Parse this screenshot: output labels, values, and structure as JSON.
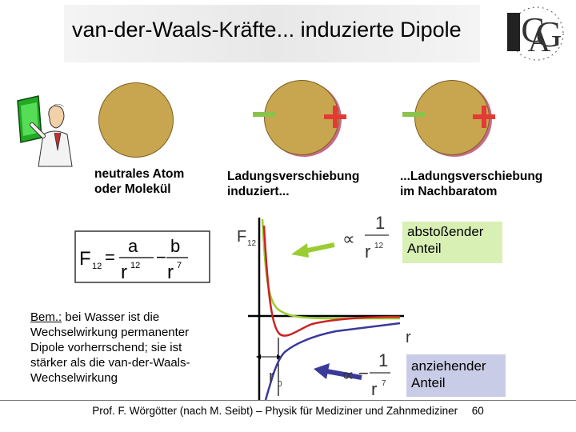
{
  "slide": {
    "title": "van-der-Waals-Kräfte... induzierte Dipole",
    "logo_letters": "CAG"
  },
  "atoms": {
    "caption1_line1": "neutrales Atom",
    "caption1_line2": "oder Molekül",
    "caption2_line1": "Ladungsverschiebung",
    "caption2_line2": "induziert...",
    "caption3_line1": "...Ladungsverschiebung",
    "caption3_line2": "im Nachbaratom"
  },
  "formula": {
    "lhs": "F",
    "lhs_sub": "12",
    "eq": "=",
    "a": "a",
    "b": "b",
    "r": "r",
    "exp12": "12",
    "exp7": "7",
    "minus": "−"
  },
  "graph": {
    "ylabel": "F",
    "ylabel_sub": "12",
    "xlabel": "r",
    "r0": "r",
    "r0_sub": "0",
    "prop_sym": "∝",
    "rep_num": "1",
    "rep_den": "r",
    "rep_exp": "12",
    "att_num": "1",
    "att_den": "r",
    "att_exp": "7",
    "att_minus": "−",
    "colors": {
      "repulsive": "#9acd32",
      "attractive": "#3a3a9a",
      "total": "#cc2222"
    }
  },
  "boxes": {
    "repulsive_line1": "abstoßender",
    "repulsive_line2": "Anteil",
    "attractive_line1": "anziehender",
    "attractive_line2": "Anteil"
  },
  "note": {
    "lines": [
      "Bem.: bei Wasser ist die",
      "Wechselwirkung permanenter",
      "Dipole vorherrschend; sie ist",
      "stärker als die van-der-Waals-",
      "Wechselwirkung"
    ],
    "underlined_prefix": "Bem.:"
  },
  "footer": {
    "text": "Prof. F. Wörgötter (nach M. Seibt) – Physik für Mediziner und Zahnmediziner",
    "page": "60"
  }
}
